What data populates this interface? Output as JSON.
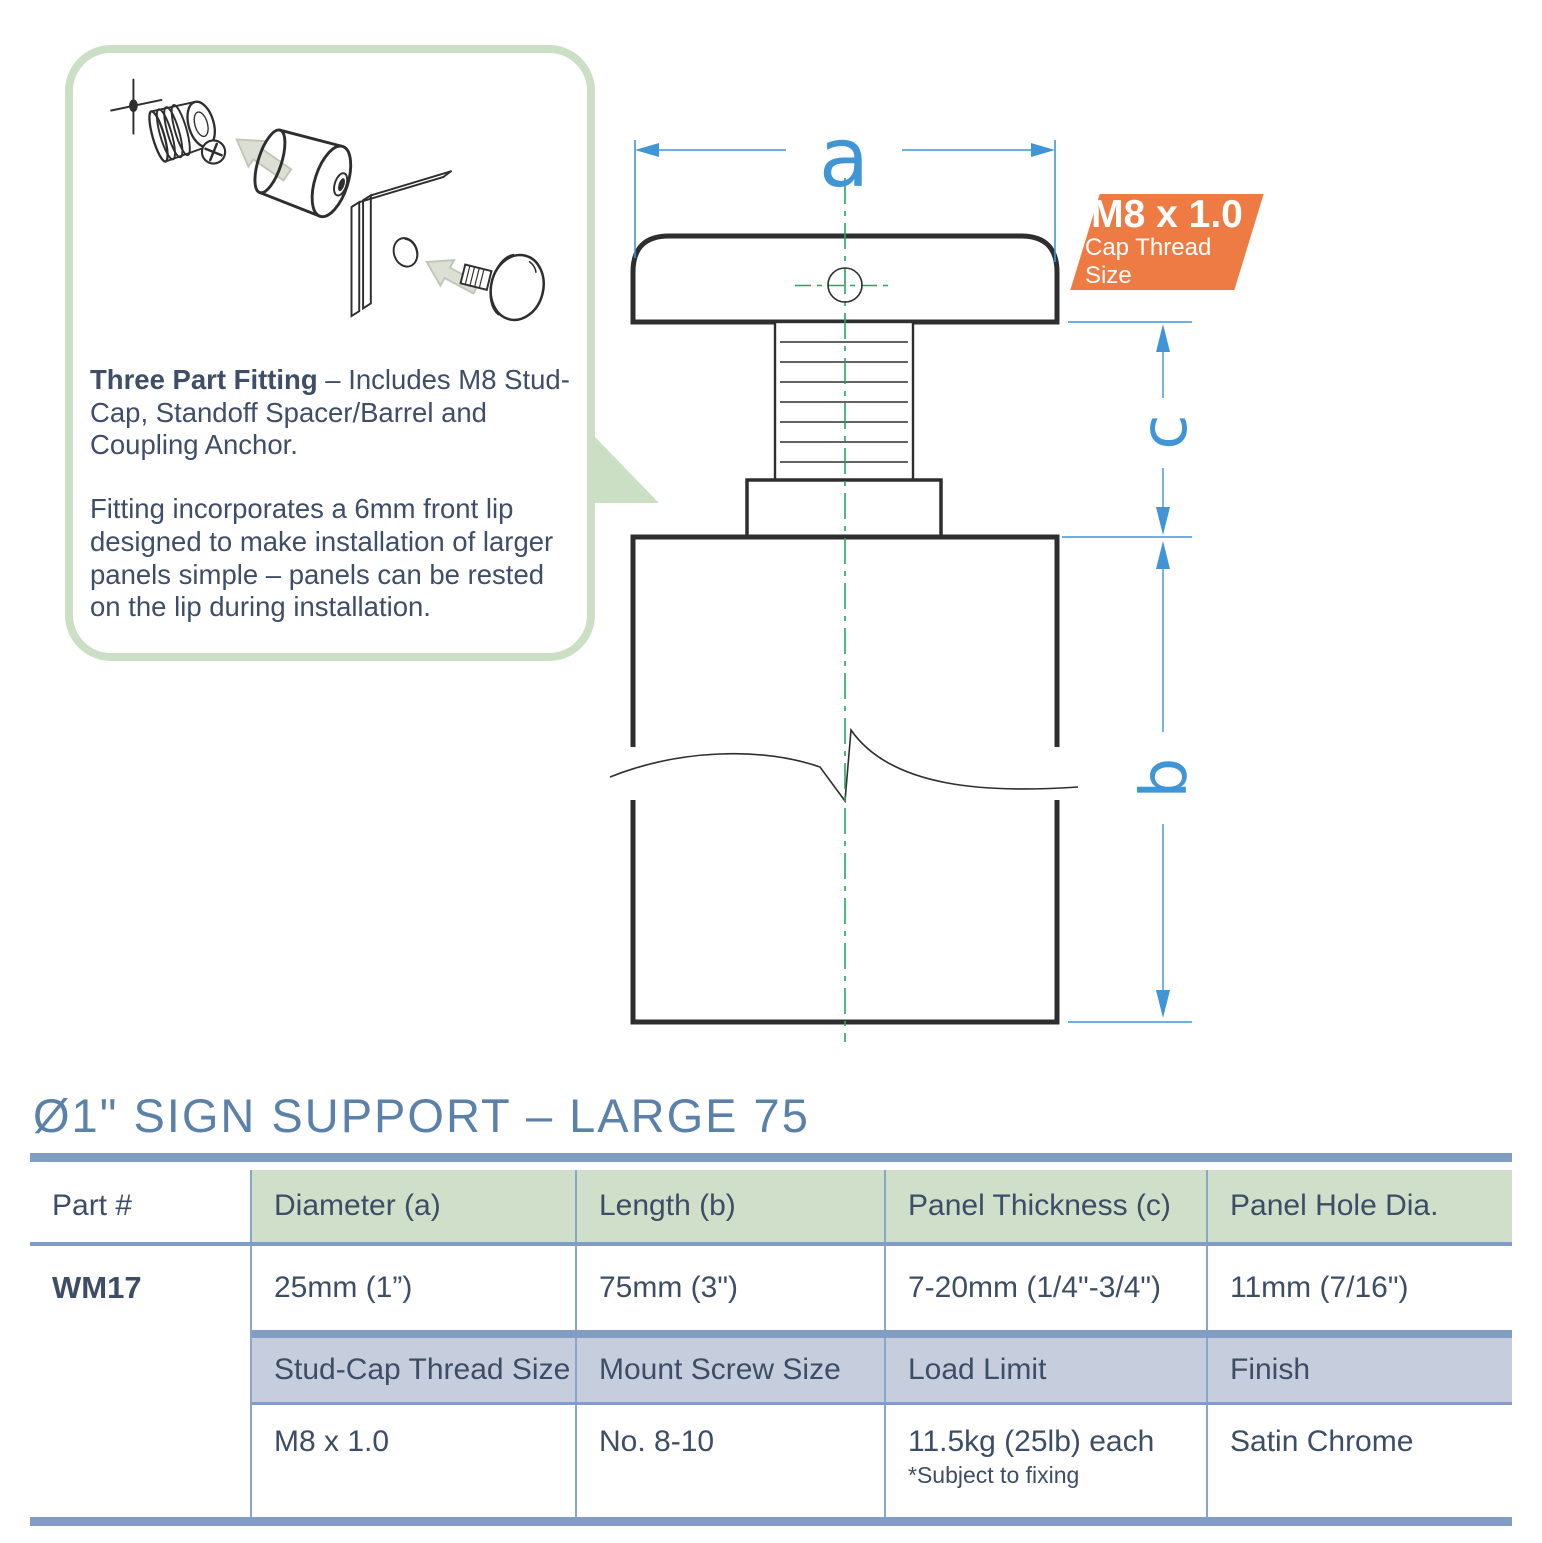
{
  "callout": {
    "heading": "Three Part Fitting",
    "heading_rest": " –  Includes M8 Stud-Cap, Standoff Spacer/Barrel and Coupling Anchor.",
    "paragraph": "Fitting incorporates a 6mm front lip designed to make installation of larger panels simple – panels can be rested on the lip during installation."
  },
  "badge": {
    "line1": "M8 x 1.0",
    "line2": "Cap Thread Size",
    "color": "#ee7b43"
  },
  "drawing": {
    "dim_a": "a",
    "dim_b": "b",
    "dim_c": "c",
    "dimension_color": "#4095d6",
    "centerline_color": "#2aa45f",
    "line_color": "#2e2e2e"
  },
  "title": "Ø1\" SIGN SUPPORT – LARGE 75",
  "table": {
    "header_row1": [
      "Part #",
      "Diameter (a)",
      "Length (b)",
      "Panel Thickness (c)",
      "Panel Hole Dia."
    ],
    "values_row1": [
      "WM17",
      "25mm (1”)",
      "75mm (3\")",
      "7-20mm (1/4\"-3/4\")",
      "11mm (7/16\")"
    ],
    "header_row2": [
      "Stud-Cap Thread Size",
      "Mount Screw Size",
      "Load Limit",
      "Finish"
    ],
    "values_row2": [
      "M8 x 1.0",
      "No. 8-10",
      "11.5kg (25lb) each",
      "Satin Chrome"
    ],
    "footnote": "*Subject to fixing",
    "header1_bg": "#cfdfca",
    "header2_bg": "#c6cedd",
    "bar_color": "#819dc3"
  }
}
